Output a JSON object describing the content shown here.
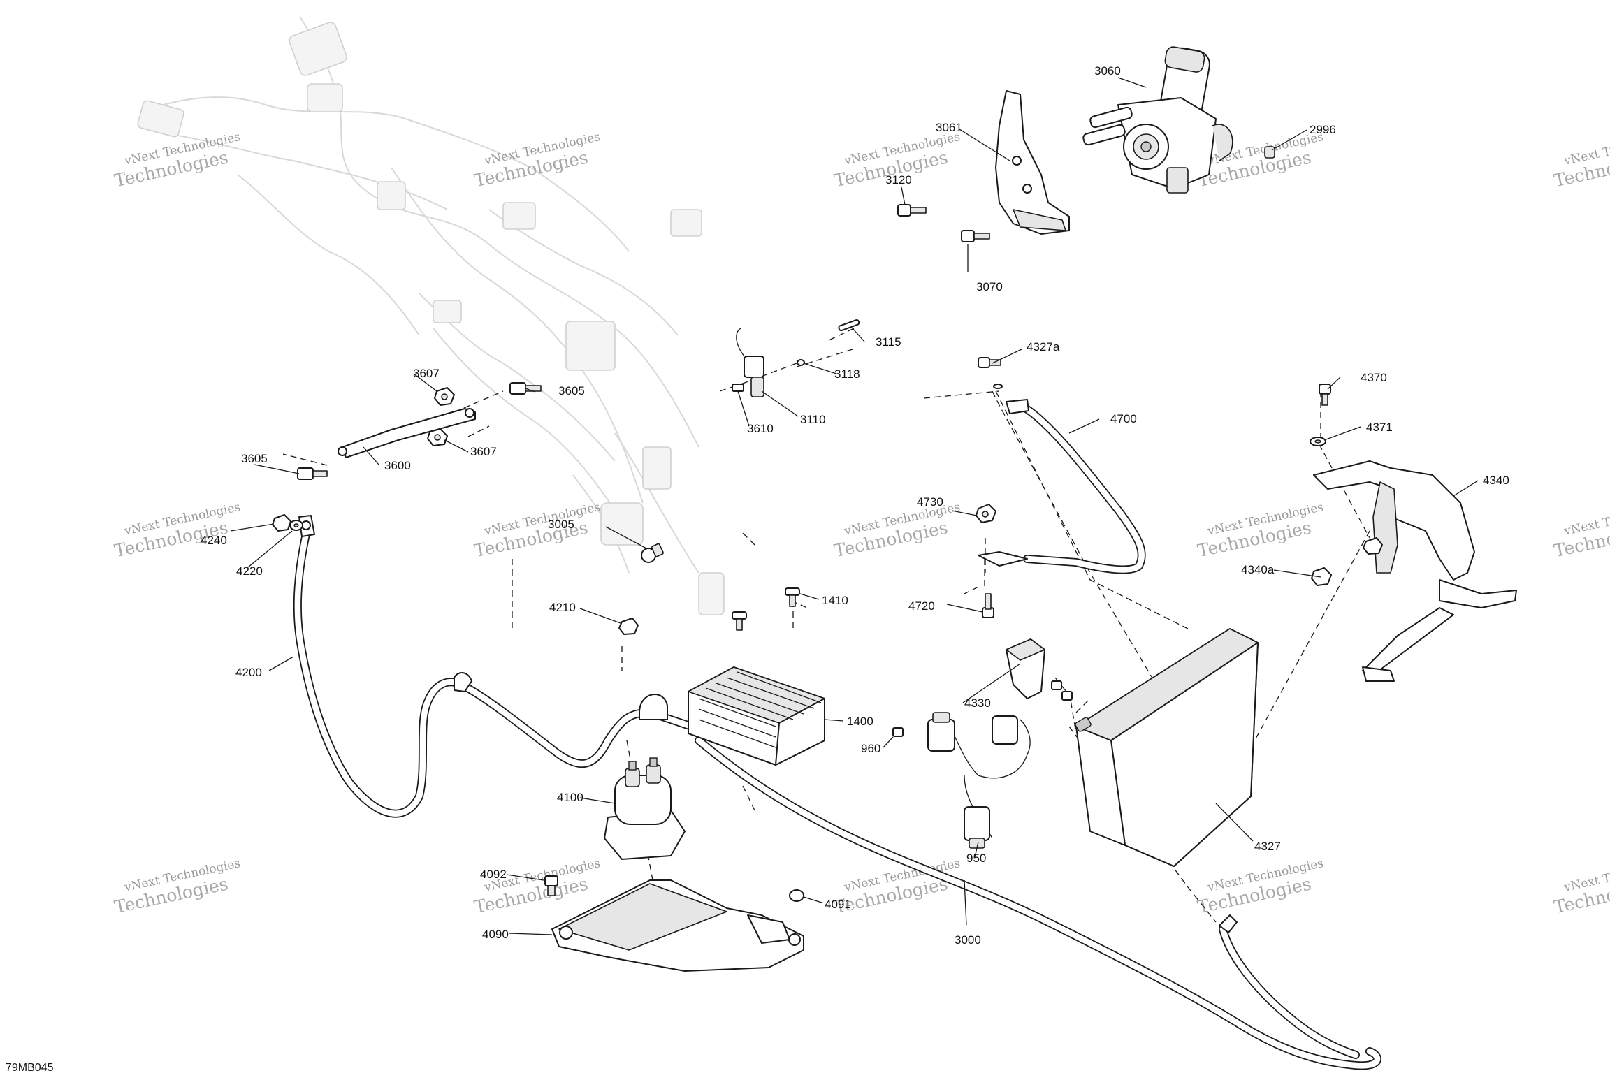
{
  "diagram": {
    "reference_code": "79MB045",
    "watermark": {
      "line1": "vNext Technologies",
      "line2": "Technologies",
      "color": "#9a9a9a"
    },
    "callouts": [
      {
        "id": "c3060",
        "label": "3060"
      },
      {
        "id": "c3061",
        "label": "3061"
      },
      {
        "id": "c2996",
        "label": "2996"
      },
      {
        "id": "c3120",
        "label": "3120"
      },
      {
        "id": "c3070",
        "label": "3070"
      },
      {
        "id": "c3115",
        "label": "3115"
      },
      {
        "id": "c3118",
        "label": "3118"
      },
      {
        "id": "c3110",
        "label": "3110"
      },
      {
        "id": "c3610",
        "label": "3610"
      },
      {
        "id": "c4327a",
        "label": "4327a"
      },
      {
        "id": "c4700",
        "label": "4700"
      },
      {
        "id": "c4370",
        "label": "4370"
      },
      {
        "id": "c4371",
        "label": "4371"
      },
      {
        "id": "c4340",
        "label": "4340"
      },
      {
        "id": "c4340a",
        "label": "4340a"
      },
      {
        "id": "c3607a",
        "label": "3607"
      },
      {
        "id": "c3605a",
        "label": "3605"
      },
      {
        "id": "c3605b",
        "label": "3605"
      },
      {
        "id": "c3600",
        "label": "3600"
      },
      {
        "id": "c3607b",
        "label": "3607"
      },
      {
        "id": "c4240",
        "label": "4240"
      },
      {
        "id": "c4220",
        "label": "4220"
      },
      {
        "id": "c3005",
        "label": "3005"
      },
      {
        "id": "c4730",
        "label": "4730"
      },
      {
        "id": "c4720",
        "label": "4720"
      },
      {
        "id": "c1410",
        "label": "1410"
      },
      {
        "id": "c4210",
        "label": "4210"
      },
      {
        "id": "c4200",
        "label": "4200"
      },
      {
        "id": "c1400",
        "label": "1400"
      },
      {
        "id": "c4330",
        "label": "4330"
      },
      {
        "id": "c960",
        "label": "960"
      },
      {
        "id": "c4100",
        "label": "4100"
      },
      {
        "id": "c950",
        "label": "950"
      },
      {
        "id": "c4327",
        "label": "4327"
      },
      {
        "id": "c4092",
        "label": "4092"
      },
      {
        "id": "c4091",
        "label": "4091"
      },
      {
        "id": "c4090",
        "label": "4090"
      },
      {
        "id": "c3000",
        "label": "3000"
      }
    ]
  }
}
